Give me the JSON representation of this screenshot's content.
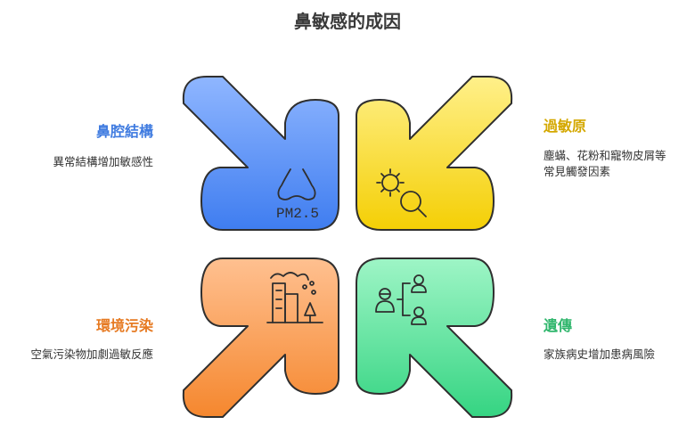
{
  "title": "鼻敏感的成因",
  "quadrants": {
    "top_left": {
      "label": "鼻腔結構",
      "desc": "異常結構增加敏感性",
      "icon": "nose-icon",
      "icon_text": "PM2.5",
      "color": "#4a86f0",
      "label_color": "#3f7be0"
    },
    "top_right": {
      "label": "過敏原",
      "desc_line1": "塵蟎、花粉和寵物皮屑等",
      "desc_line2": "常見觸發因素",
      "icon": "allergen-search-icon",
      "color": "#f5d20a",
      "label_color": "#d4a800"
    },
    "bottom_left": {
      "label": "環境污染",
      "desc": "空氣污染物加劇過敏反應",
      "icon": "factory-pollution-icon",
      "color": "#f58f3c",
      "label_color": "#e67a22"
    },
    "bottom_right": {
      "label": "遺傳",
      "desc": "家族病史增加患病風險",
      "icon": "family-tree-icon",
      "color": "#3dd88a",
      "label_color": "#2fb66c"
    }
  }
}
